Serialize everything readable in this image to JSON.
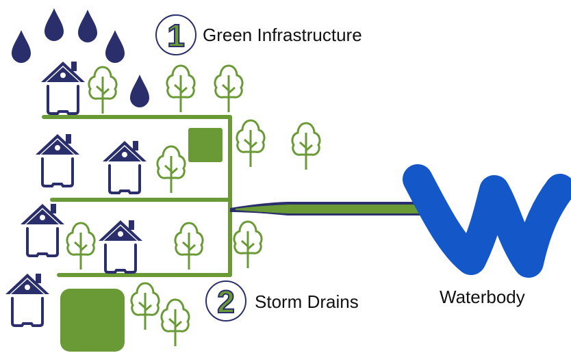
{
  "labels": {
    "green_infrastructure": "Green Infrastructure",
    "storm_drains": "Storm Drains",
    "waterbody": "Waterbody"
  },
  "badges": {
    "first": "1",
    "second": "2"
  },
  "colors": {
    "green": "#6a9a35",
    "navy": "#2a2e6a",
    "blue": "#1357c8",
    "text": "#111111"
  },
  "icons": [
    "raindrop-icon",
    "house-icon",
    "tree-icon",
    "green-roof-icon",
    "waterbody-icon"
  ]
}
